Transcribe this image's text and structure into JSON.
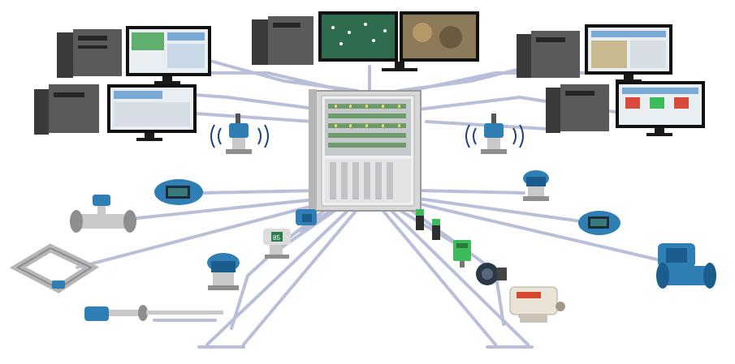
{
  "diagram": {
    "central_cabinet": {
      "icon": "control-cabinet-icon"
    },
    "workstations": [
      {
        "position_name": "top-left",
        "icon": "desktop-workstation-icon"
      },
      {
        "position_name": "middle-left",
        "icon": "desktop-workstation-icon"
      },
      {
        "position_name": "top-center",
        "icon": "dual-monitor-workstation-icon"
      },
      {
        "position_name": "top-right",
        "icon": "desktop-workstation-icon"
      },
      {
        "position_name": "middle-right",
        "icon": "desktop-workstation-icon"
      }
    ],
    "wireless_transmitters": [
      {
        "side": "left",
        "icon": "wireless-pressure-transmitter-icon"
      },
      {
        "side": "right",
        "icon": "wireless-pressure-transmitter-icon"
      }
    ],
    "field_devices": [
      {
        "icon": "panel-display-icon"
      },
      {
        "icon": "vortex-flowmeter-icon"
      },
      {
        "icon": "coriolis-flowmeter-icon"
      },
      {
        "icon": "temperature-probe-icon"
      },
      {
        "icon": "pressure-transmitter-icon"
      },
      {
        "icon": "level-transmitter-icon"
      },
      {
        "icon": "junction-box-icon"
      },
      {
        "icon": "limit-switch-icon"
      },
      {
        "icon": "position-sensor-icon"
      },
      {
        "icon": "valve-positioner-icon"
      },
      {
        "icon": "valve-actuator-icon"
      },
      {
        "icon": "pressure-transmitter-icon"
      },
      {
        "icon": "panel-display-icon"
      },
      {
        "icon": "magnetic-flowmeter-icon"
      }
    ],
    "device_label": "85",
    "colors": {
      "wire": "#b9bfd9",
      "device_blue": "#2f7fb4",
      "cabinet": "#dcdcdc",
      "indicator_green": "#3dbb5a"
    }
  }
}
